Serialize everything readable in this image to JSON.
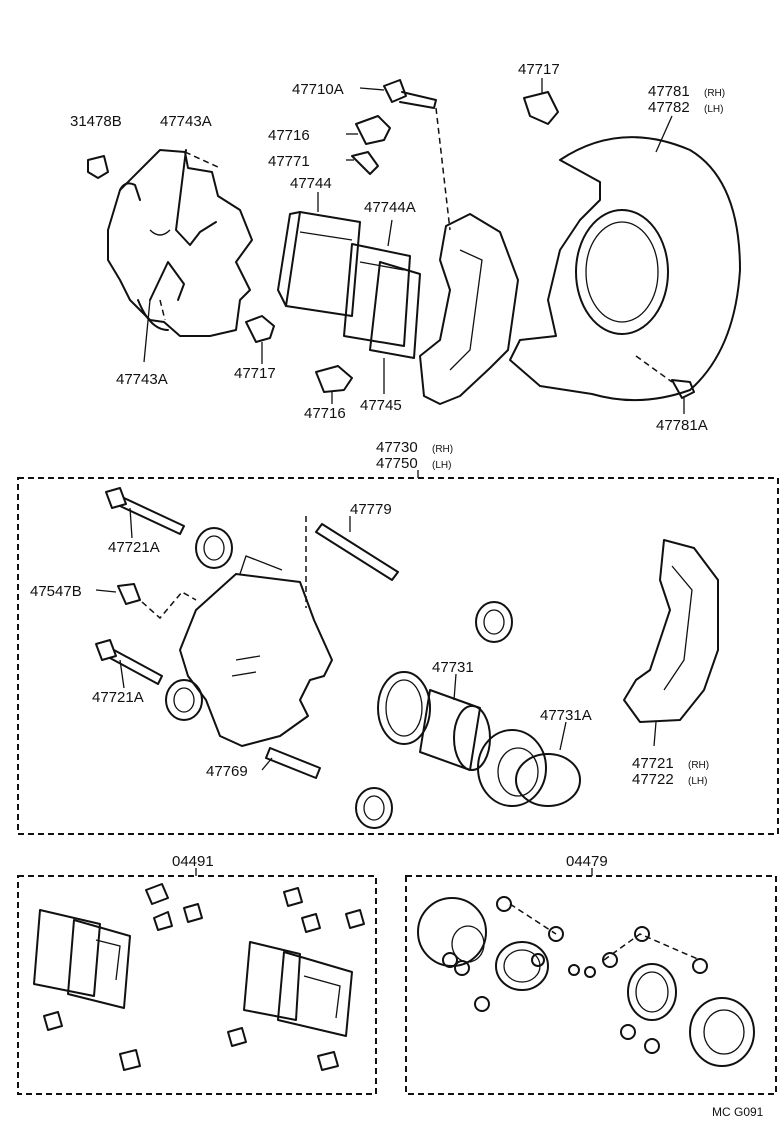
{
  "labels": {
    "p31478B": "31478B",
    "p47743A_top": "47743A",
    "p47743A_bot": "47743A",
    "p47710A": "47710A",
    "p47716_top": "47716",
    "p47771": "47771",
    "p47744": "47744",
    "p47744A": "47744A",
    "p47717_top": "47717",
    "p47717_mid": "47717",
    "p47716_bot": "47716",
    "p47745": "47745",
    "p47781": "47781",
    "p47782": "47782",
    "p47781A": "47781A",
    "p47730": "47730",
    "p47750": "47750",
    "p47721A_top": "47721A",
    "p47779": "47779",
    "p47547B": "47547B",
    "p47721A_bot": "47721A",
    "p47731": "47731",
    "p47731A": "47731A",
    "p47769": "47769",
    "p47721": "47721",
    "p47722": "47722",
    "p04491": "04491",
    "p04479": "04479"
  },
  "suffixes": {
    "rh": "(RH)",
    "lh": "(LH)"
  },
  "footer": {
    "code": "MC  G091"
  }
}
